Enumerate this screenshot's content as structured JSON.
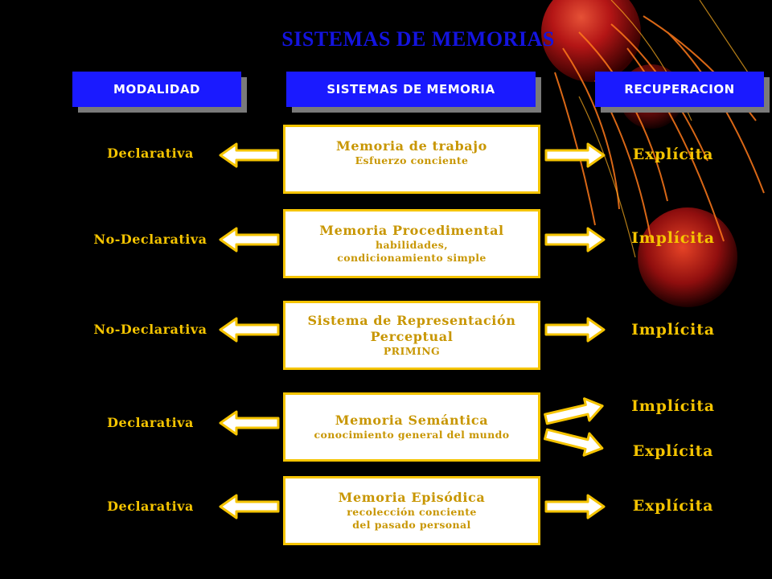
{
  "title": "SISTEMAS DE MEMORIAS",
  "headers": {
    "modalidad": "MODALIDAD",
    "sistemas": "SISTEMAS DE MEMORIA",
    "recuperacion": "RECUPERACION"
  },
  "rows": [
    {
      "modalidad": "Declarativa",
      "system": "Memoria de trabajo",
      "detail1": "Esfuerzo conciente",
      "detail2": "",
      "recuperacion": "Explícita"
    },
    {
      "modalidad": "No-Declarativa",
      "system": "Memoria Procedimental",
      "detail1": "habilidades,",
      "detail2": "condicionamiento simple",
      "recuperacion": "Implícita"
    },
    {
      "modalidad": "No-Declarativa",
      "system": "Sistema de Representación",
      "system2": "Perceptual",
      "detail1": "PRIMING",
      "detail2": "",
      "recuperacion": "Implícita"
    },
    {
      "modalidad": "Declarativa",
      "system": "Memoria Semántica",
      "detail1": "conocimiento general del mundo",
      "detail2": "",
      "recuperacion": "Implícita",
      "recuperacion2": "Explícita"
    },
    {
      "modalidad": "Declarativa",
      "system": "Memoria Episódica",
      "detail1": "recolección conciente",
      "detail2": "del pasado personal",
      "recuperacion": "Explícita"
    }
  ],
  "colors": {
    "header_bg": "#1a1aff",
    "accent_yellow": "#f5c400",
    "card_text": "#c89600",
    "title": "#1414e0"
  }
}
